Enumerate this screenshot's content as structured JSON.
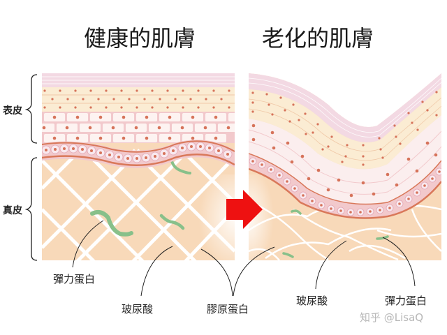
{
  "titles": {
    "healthy": "健康的肌膚",
    "aged": "老化的肌膚"
  },
  "layers": {
    "epidermis": "表皮",
    "dermis": "真皮"
  },
  "labels": {
    "left_elastin": "彈力蛋白",
    "left_hyaluronic": "玻尿酸",
    "collagen": "膠原蛋白",
    "right_hyaluronic": "玻尿酸",
    "right_elastin": "彈力蛋白"
  },
  "watermark": "知乎 @LisaQ",
  "colors": {
    "stratum_corneum": "#f3d9e3",
    "granular": "#fbecd3",
    "spinous": "#fbeeee",
    "basal": "#f7dde6",
    "basal_border": "#d9785a",
    "nucleus": "#d6735a",
    "dermis": "#f8d9b9",
    "fiber": "#ffffff",
    "elastin": "#88c08a",
    "arrow": "#ee1111"
  }
}
